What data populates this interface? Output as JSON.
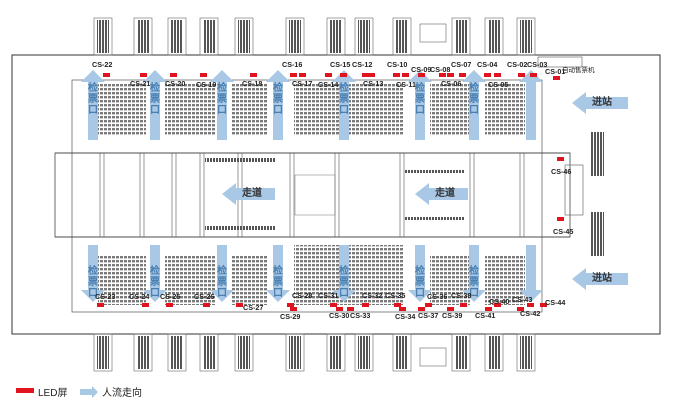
{
  "colors": {
    "led": "#e0141e",
    "arrow": "#a8c8e6",
    "arrow_text": "#4a7fb0",
    "lines": "#333333"
  },
  "screen_labels": {
    "cs01": "CS-01",
    "cs02": "CS-02",
    "cs03": "CS-03",
    "cs04": "CS-04",
    "cs05": "CS-05",
    "cs06": "CS-06",
    "cs07": "CS-07",
    "cs08": "CS-08",
    "cs09": "CS-09",
    "cs10": "CS-10",
    "cs11": "CS-11",
    "cs12": "CS-12",
    "cs13": "CS-13",
    "cs14": "CS-14",
    "cs15": "CS-15",
    "cs16": "CS-16",
    "cs17": "CS-17",
    "cs18": "CS-18",
    "cs19": "CS-19",
    "cs20": "CS-20",
    "cs21": "CS-21",
    "cs22": "CS-22",
    "cs23": "CS-23",
    "cs24": "CS-24",
    "cs25": "CS-25",
    "cs26": "CS-26",
    "cs27": "CS-27",
    "cs28": "CS-28",
    "cs29": "CS-29",
    "cs30": "CS-30",
    "cs31": "CS-31",
    "cs32": "CS-32",
    "cs33": "CS-33",
    "cs34": "CS-34",
    "cs35": "CS-35",
    "cs36": "CS-36",
    "cs37": "CS-37",
    "cs38": "CS-38",
    "cs39": "CS-39",
    "cs40": "CS-40",
    "cs41": "CS-41",
    "cs42": "CS-42",
    "cs43": "CS-43",
    "cs44": "CS-44",
    "cs45": "CS-45",
    "cs46": "CS-46"
  },
  "arrows": {
    "entry_top": "进站",
    "entry_bottom": "进站",
    "corridor_left": "走道",
    "corridor_right": "走道"
  },
  "ticket_check": "检票口",
  "ticket_check_chars": [
    "检",
    "票",
    "口"
  ],
  "ticket_machine": "自动售票机",
  "legend": {
    "led": "LED屏",
    "flow": "人流走向"
  }
}
